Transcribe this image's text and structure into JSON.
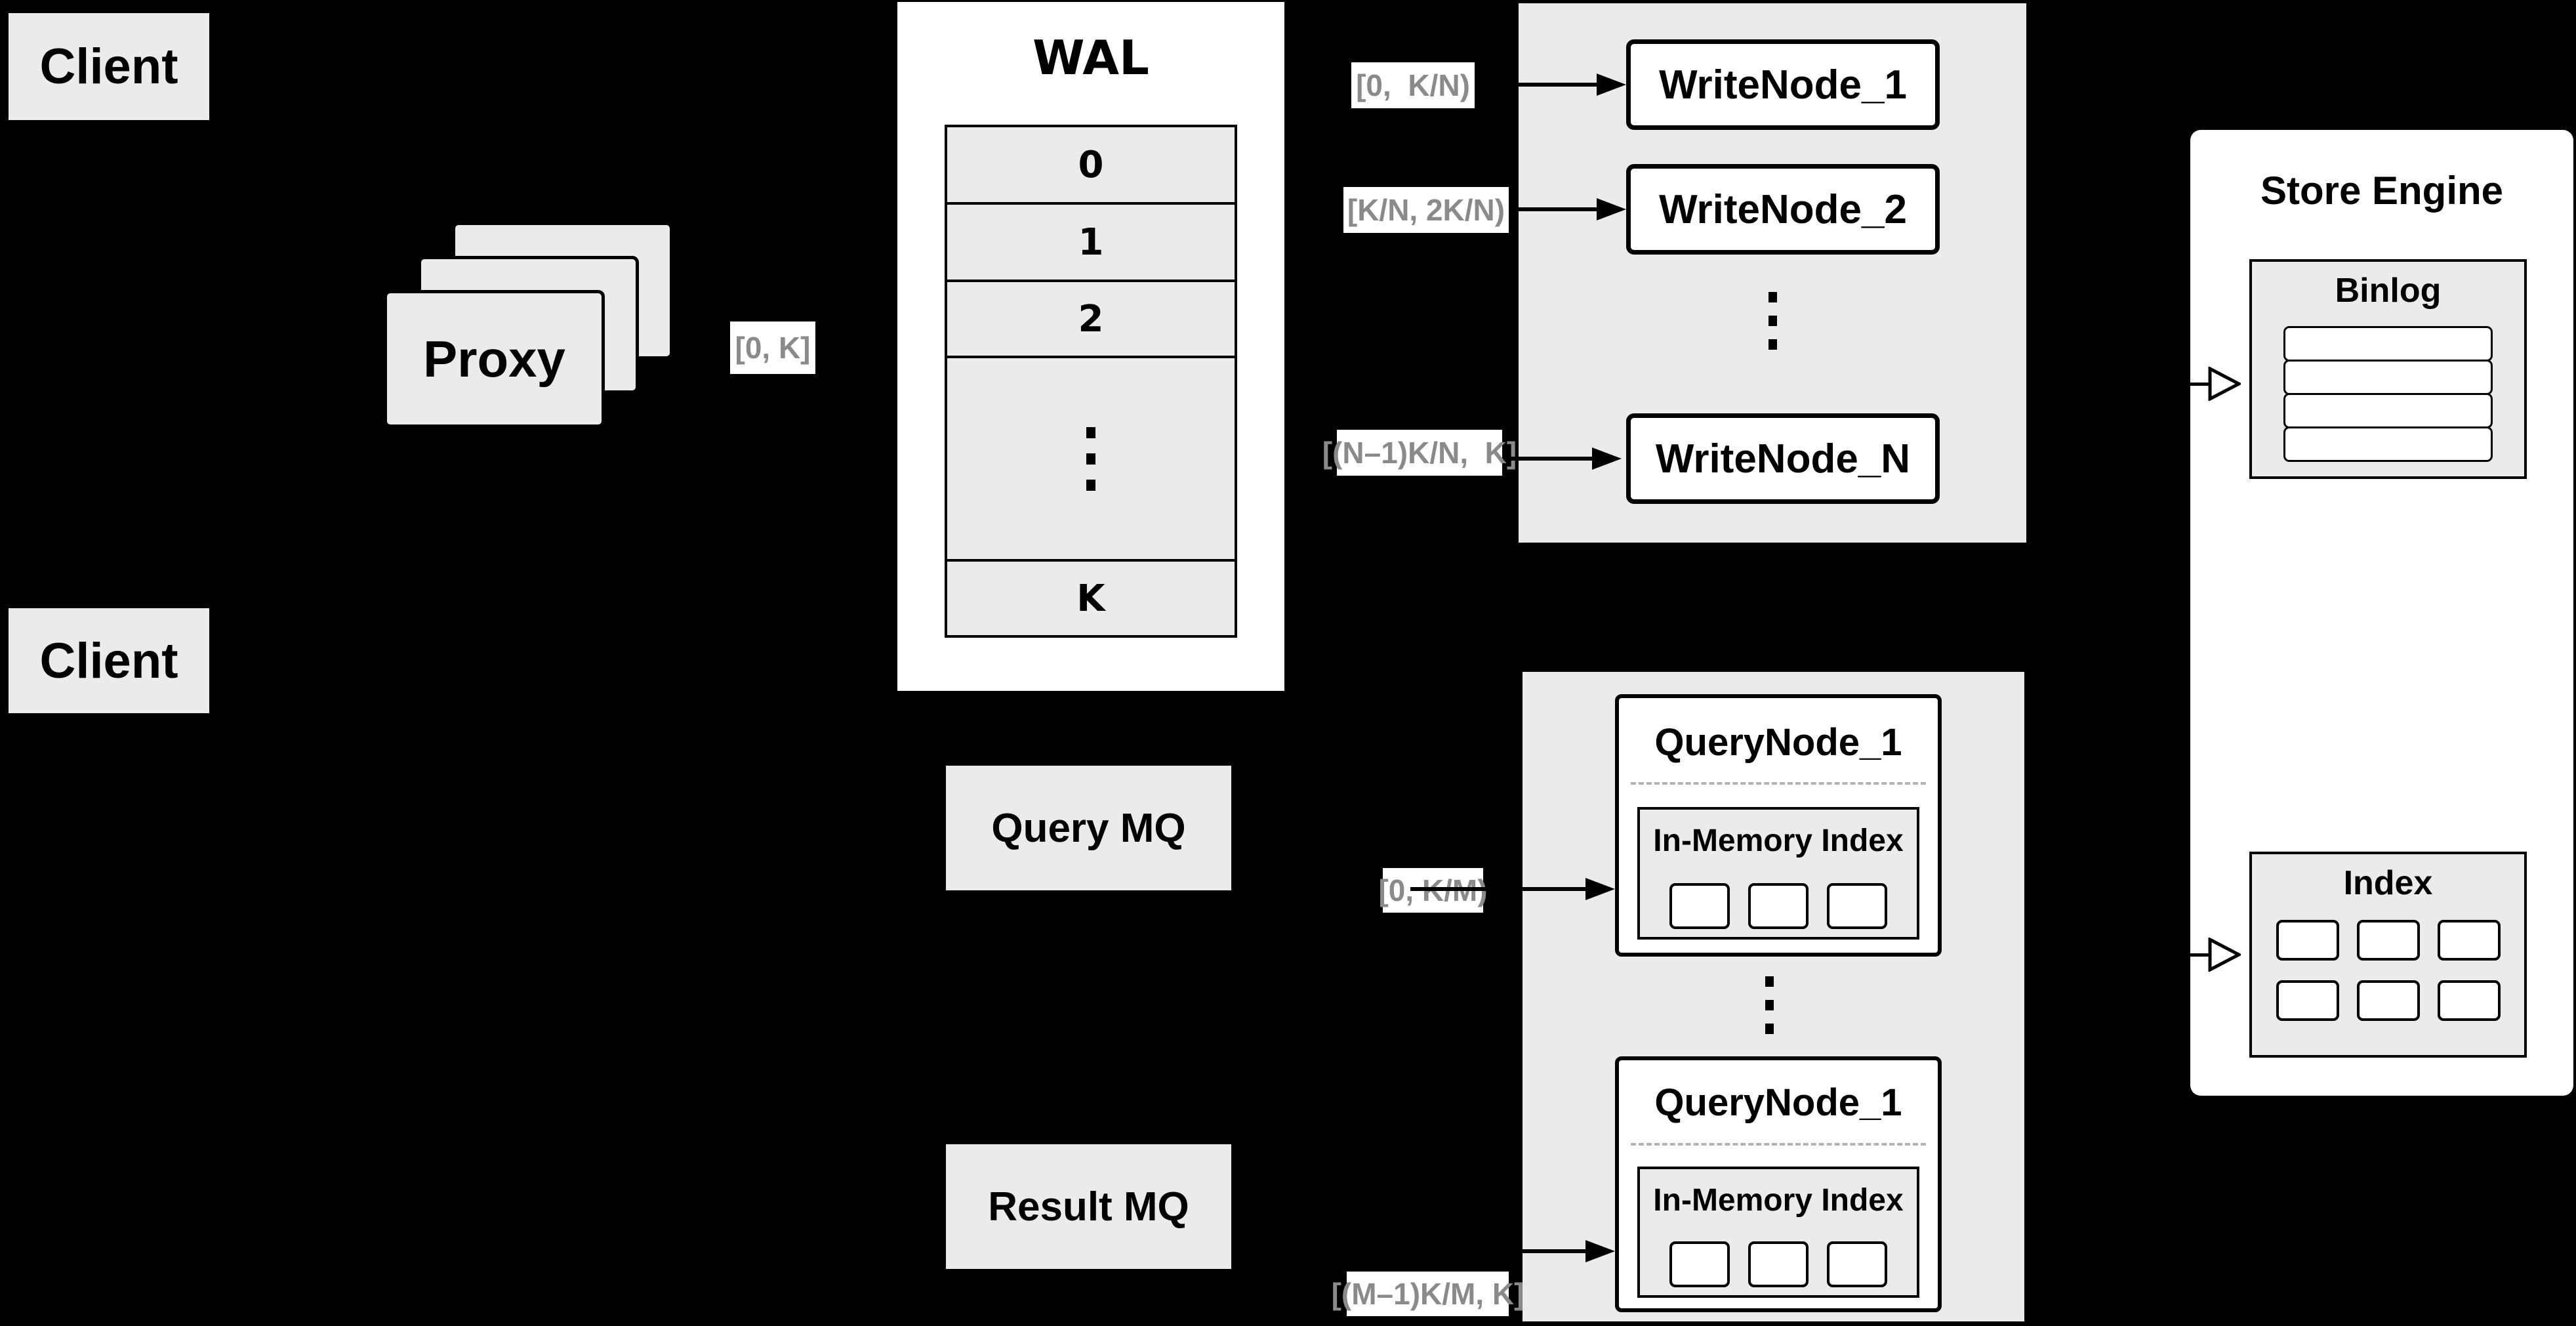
{
  "colors": {
    "background": "#000000",
    "panel_gray": "#ebebeb",
    "box_white": "#ffffff",
    "border_black": "#000000",
    "chip_text_gray": "#8a8a8a",
    "dashed_gray": "#b3b3b3"
  },
  "clients": {
    "top_label": "Client",
    "bottom_label": "Client"
  },
  "proxy": {
    "label": "Proxy",
    "range_chip": "[0, K]"
  },
  "wal": {
    "title": "WAL",
    "segments": [
      "0",
      "1",
      "2"
    ],
    "last_segment": "K"
  },
  "write_group": {
    "range_chips": [
      "[0,  K/N)",
      "[K/N, 2K/N)",
      "[(N–1)K/N,  K]"
    ],
    "nodes": [
      "WriteNode_1",
      "WriteNode_2",
      "WriteNode_N"
    ]
  },
  "mq": {
    "query_label": "Query MQ",
    "result_label": "Result MQ"
  },
  "query_group": {
    "range_chips": [
      "[0, K/M)",
      "[(M–1)K/M, K]"
    ],
    "nodes": [
      {
        "title": "QueryNode_1",
        "index_label": "In-Memory Index"
      },
      {
        "title": "QueryNode_1",
        "index_label": "In-Memory Index"
      }
    ]
  },
  "store_engine": {
    "title": "Store Engine",
    "binlog_label": "Binlog",
    "index_label": "Index"
  }
}
